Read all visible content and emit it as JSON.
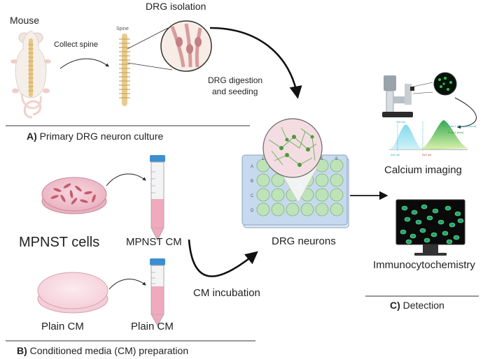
{
  "labels": {
    "mouse": "Mouse",
    "collect_spine": "Collect spine",
    "spine": "Spine",
    "drg_isolation": "DRG isolation",
    "drg_digestion_line1": "DRG digestion",
    "drg_digestion_line2": "and seeding",
    "mpnst_cells": "MPNST cells",
    "mpnst_cm": "MPNST CM",
    "plain_cm_dish": "Plain CM",
    "plain_cm_tube": "Plain CM",
    "cm_incubation": "CM incubation",
    "drg_neurons": "DRG neurons",
    "calcium_imaging": "Calcium imaging",
    "immunocytochemistry": "Immunocytochemistry"
  },
  "sections": {
    "a_letter": "A)",
    "a_title": "Primary DRG neuron culture",
    "b_letter": "B)",
    "b_title": "Conditioned media (CM) preparation",
    "c_letter": "C)",
    "c_title": "Detection"
  },
  "plate_rows": [
    "A",
    "B",
    "C",
    "D"
  ],
  "plate_cols": [
    "1",
    "2",
    "3",
    "4",
    "5",
    "6"
  ],
  "spectrum": {
    "left_peak": "380 nm",
    "right_peak": "510 nm",
    "x_left": "340 nm",
    "legend_1": "Fura-2 (Ca2+) (bound)",
    "legend_2": "Fura-2 (free)"
  },
  "colors": {
    "arrow": "#111111",
    "petri_mpnst": "#f3c4cf",
    "petri_plain": "#f9dde6",
    "tube_liquid": "#f0a9bd",
    "tube_cap": "#3d8fd0",
    "plate": "#c7d9ee",
    "well": "#bfe3b8",
    "neuron": "#5aa84a",
    "screen": "#0a0a0a"
  }
}
